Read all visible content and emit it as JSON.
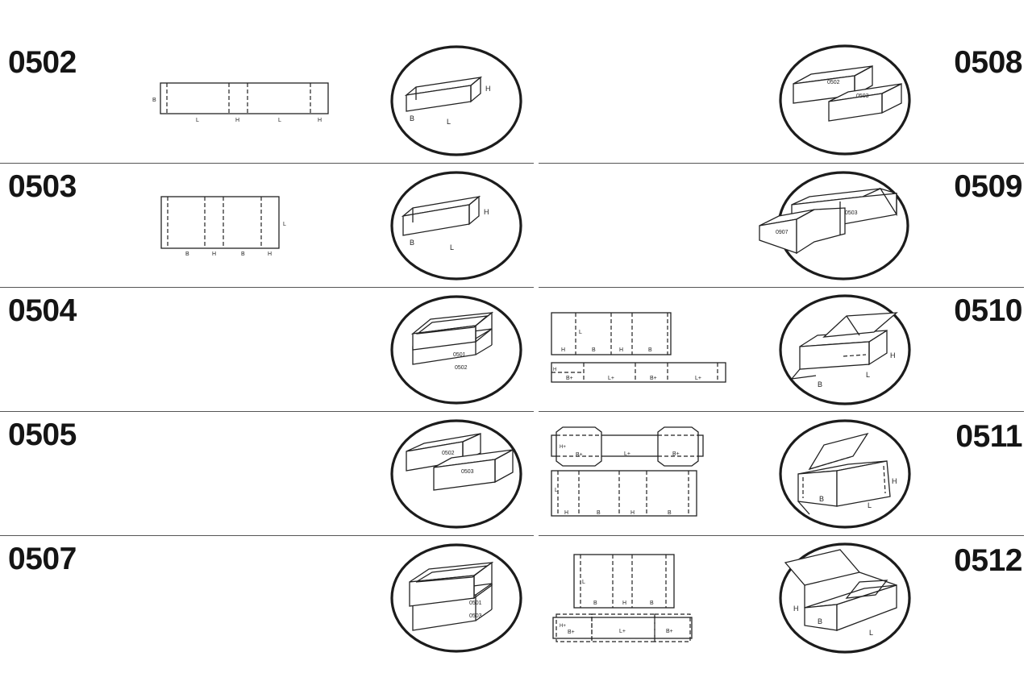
{
  "left": {
    "rows": [
      {
        "code": "0502",
        "flat_labels": [
          "B",
          "L",
          "H",
          "L",
          "H"
        ],
        "box_labels": [
          "H",
          "B",
          "L"
        ]
      },
      {
        "code": "0503",
        "flat_labels": [
          "L",
          "B",
          "H",
          "B",
          "H"
        ],
        "box_labels": [
          "H",
          "B",
          "L"
        ]
      },
      {
        "code": "0504",
        "box_labels": [
          "0501",
          "0502"
        ]
      },
      {
        "code": "0505",
        "box_labels": [
          "0502",
          "0503"
        ]
      },
      {
        "code": "0507",
        "box_labels": [
          "0501",
          "0503"
        ]
      }
    ]
  },
  "right": {
    "rows": [
      {
        "code": "0508",
        "box_labels": [
          "0502",
          "0503"
        ]
      },
      {
        "code": "0509",
        "box_labels": [
          "0907",
          "0503"
        ]
      },
      {
        "code": "0510",
        "flat_a_labels": [
          "L",
          "H",
          "B",
          "H",
          "B"
        ],
        "flat_b_labels": [
          "H",
          "B+",
          "L+",
          "B+",
          "L+"
        ],
        "box_labels": [
          "H",
          "B",
          "L"
        ]
      },
      {
        "code": "0511",
        "flat_a_labels": [
          "H+",
          "B+",
          "L+",
          "B+"
        ],
        "flat_b_labels": [
          "L",
          "H",
          "B",
          "H",
          "B"
        ],
        "box_labels": [
          "H",
          "B",
          "L"
        ]
      },
      {
        "code": "0512",
        "flat_a_labels": [
          "L",
          "B",
          "H",
          "B"
        ],
        "flat_b_labels": [
          "H+",
          "B+",
          "L+",
          "B+"
        ],
        "box_labels": [
          "H",
          "B",
          "L"
        ]
      }
    ]
  }
}
